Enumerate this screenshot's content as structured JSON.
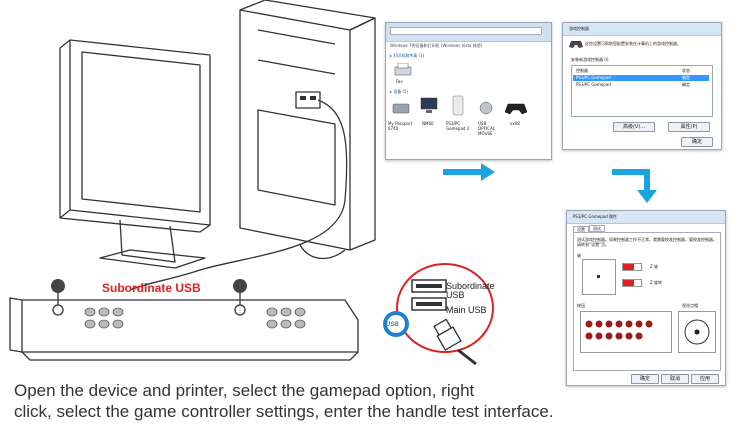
{
  "caption": {
    "line1": "Open the device and printer, select the gamepad option, right",
    "line2": "click, select the game controller settings, enter the handle test interface."
  },
  "labels": {
    "subordinate_usb": "Subordinate USB",
    "usb_subordinate": "Subordinate USB",
    "usb_main": "Main USB",
    "usb_badge": "USB"
  },
  "screen1": {
    "address": "Windows 7的设备和打印机 (Windows Vista 体验)",
    "group1": "▸ 打印机和传真 (1)",
    "printer": "Fax",
    "group2": "▸ 设备 (5)",
    "devices": [
      "My Passport 0740",
      "NM60",
      "PS3/PC Gamepad 2",
      "USB OPTICAL MOUSE",
      "xx08"
    ]
  },
  "screen2": {
    "title": "游戏控制器",
    "desc": "这些设置可帮助您配置安装在计算机上的游戏控制器。",
    "list_label": "安装新游戏控制器 (I)",
    "col_controller": "控制器",
    "col_status": "状态",
    "rows": [
      {
        "name": "PS3/PC Gamepad",
        "status": "确定"
      },
      {
        "name": "PS3/PC Gamepad",
        "status": "确定"
      }
    ],
    "advanced": "高级(V)...",
    "properties": "属性(P)",
    "ok": "确定"
  },
  "screen3": {
    "title": "PS3/PC Gamepad 属性",
    "tab1": "设置",
    "tab2": "测试",
    "desc": "测试游戏控制器。如果控制器工作不正常，就需要校准控制器，要校准控制器，请转到“设置”页。",
    "axes_label": "轴",
    "z_axis": "Z 轴",
    "z_rot": "Z 旋转",
    "buttons_label": "按钮",
    "pov_label": "视觉点帽",
    "ok": "确定",
    "cancel": "取消",
    "apply": "应用"
  },
  "colors": {
    "arrow": "#1aa3e0",
    "accent_red": "#d22222",
    "button_red": "#9c1b1b"
  }
}
